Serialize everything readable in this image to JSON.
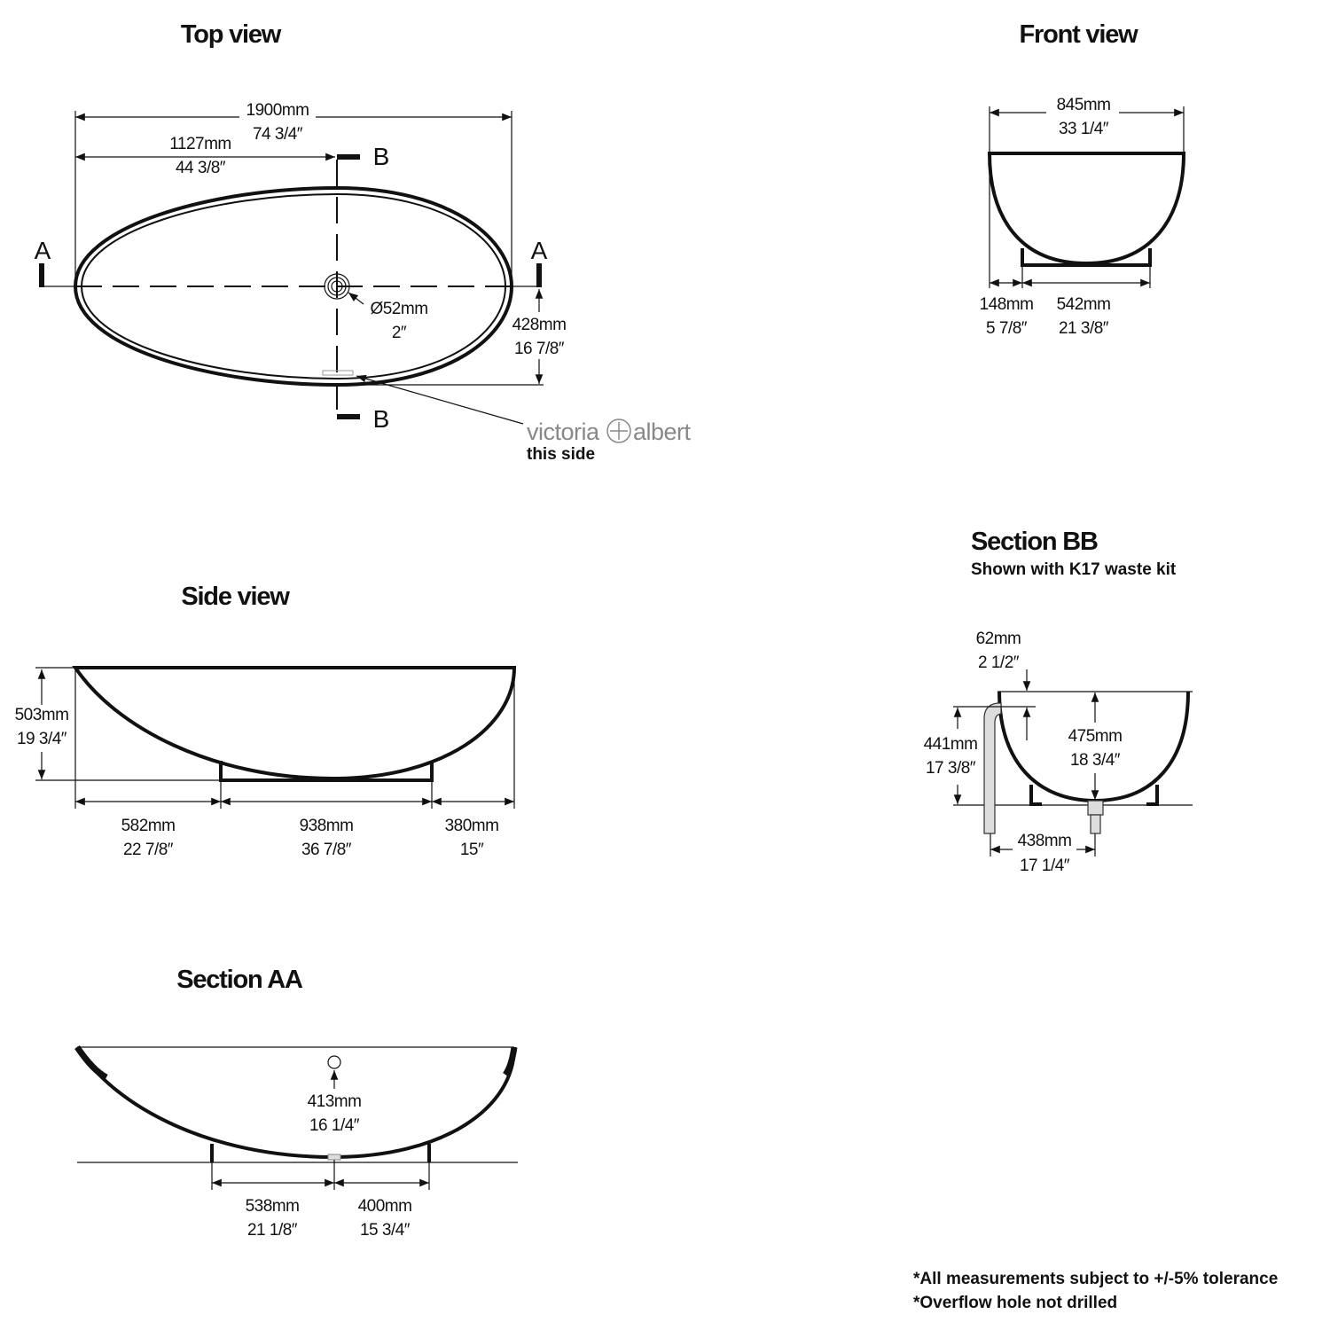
{
  "top_view": {
    "title": "Top view",
    "overall_length": {
      "mm": "1900mm",
      "in": "74 3/4″"
    },
    "drain_position": {
      "mm": "1127mm",
      "in": "44 3/8″"
    },
    "half_width": {
      "mm": "428mm",
      "in": "16 7/8″"
    },
    "drain_diameter": {
      "mm": "Ø52mm",
      "in": "2″"
    },
    "section_a": "A",
    "section_b": "B",
    "logo": {
      "left": "victoria",
      "right": "albert"
    },
    "logo_note": "this side"
  },
  "front_view": {
    "title": "Front view",
    "width": {
      "mm": "845mm",
      "in": "33 1/4″"
    },
    "offset": {
      "mm": "148mm",
      "in": "5 7/8″"
    },
    "base": {
      "mm": "542mm",
      "in": "21 3/8″"
    }
  },
  "side_view": {
    "title": "Side view",
    "height": {
      "mm": "503mm",
      "in": "19 3/4″"
    },
    "left": {
      "mm": "582mm",
      "in": "22 7/8″"
    },
    "base": {
      "mm": "938mm",
      "in": "36 7/8″"
    },
    "right": {
      "mm": "380mm",
      "in": "15″"
    }
  },
  "section_aa": {
    "title": "Section AA",
    "overflow_height": {
      "mm": "413mm",
      "in": "16 1/4″"
    },
    "left": {
      "mm": "538mm",
      "in": "21 1/8″"
    },
    "right": {
      "mm": "400mm",
      "in": "15 3/4″"
    }
  },
  "section_bb": {
    "title": "Section BB",
    "subtitle": "Shown with K17 waste kit",
    "overflow_drop": {
      "mm": "62mm",
      "in": "2 1/2″"
    },
    "overflow_height": {
      "mm": "441mm",
      "in": "17 3/8″"
    },
    "depth": {
      "mm": "475mm",
      "in": "18 3/4″"
    },
    "waste_offset": {
      "mm": "438mm",
      "in": "17 1/4″"
    }
  },
  "notes": [
    "*All measurements subject to +/-5% tolerance",
    "*Overflow hole not drilled"
  ]
}
